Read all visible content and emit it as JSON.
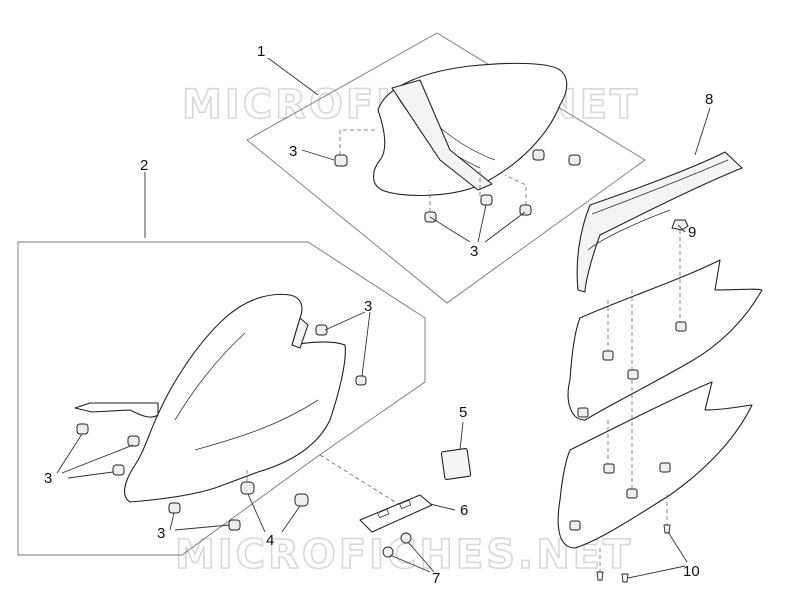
{
  "watermark": {
    "text": "MICROFICHES.NET"
  },
  "callouts": {
    "c1": "1",
    "c2": "2",
    "c3a": "3",
    "c3b": "3",
    "c3c": "3",
    "c3d": "3",
    "c3e": "3",
    "c4": "4",
    "c5": "5",
    "c6": "6",
    "c7": "7",
    "c8": "8",
    "c9": "9",
    "c10": "10"
  }
}
